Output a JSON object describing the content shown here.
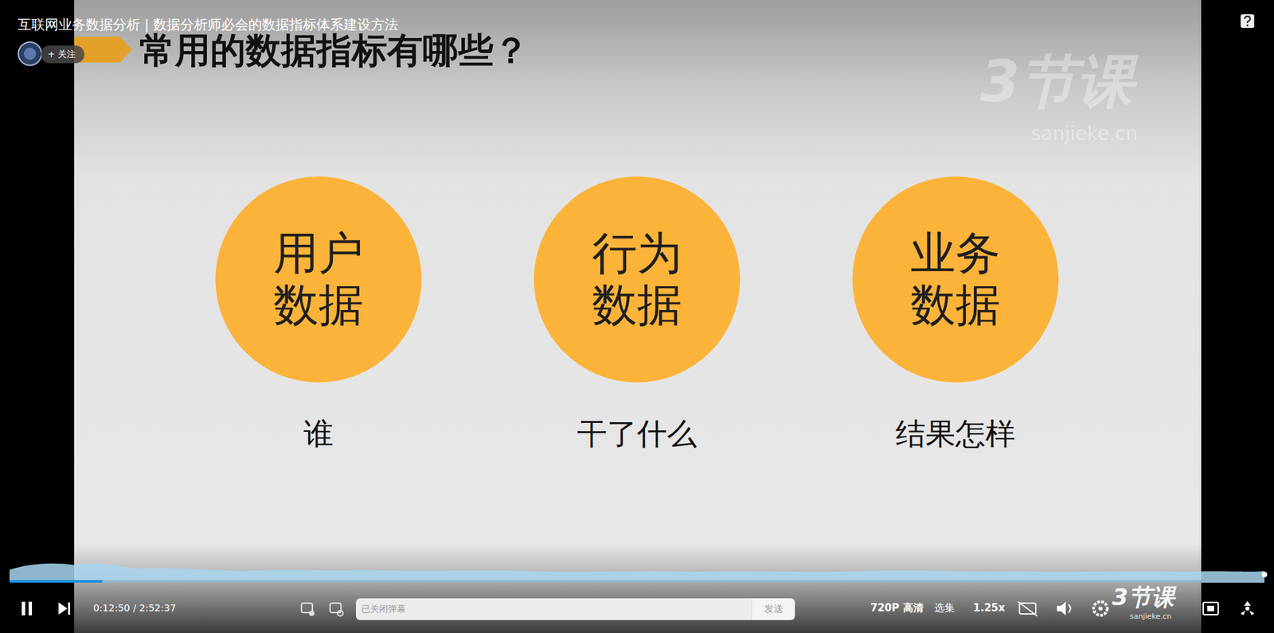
{
  "diagram": {
    "title": "常用的数据指标有哪些？",
    "nodes": [
      {
        "text": [
          "+ 关注"
        ]
      },
      {
        "text": [
          "用户 数据",
          "谁"
        ]
      },
      {
        "text": [
          "行为 数据",
          "干了什么"
        ]
      },
      {
        "text": [
          "业务 数据",
          "结果怎样"
        ]
      },
      {
        "text": [
          "已关闭弹幕"
        ]
      },
      {
        "text": [
          "发送"
        ]
      }
    ],
    "labels": [
      "互联网业务数据分析 | 数据分析师必会的数据指标体系建设方法",
      "3节课",
      "sanjieke.cn",
      "0:12:50 / 2:52:37",
      "720P 高清",
      "选集",
      "1.25x",
      "3节课",
      "sanjieke.cn"
    ]
  }
}
